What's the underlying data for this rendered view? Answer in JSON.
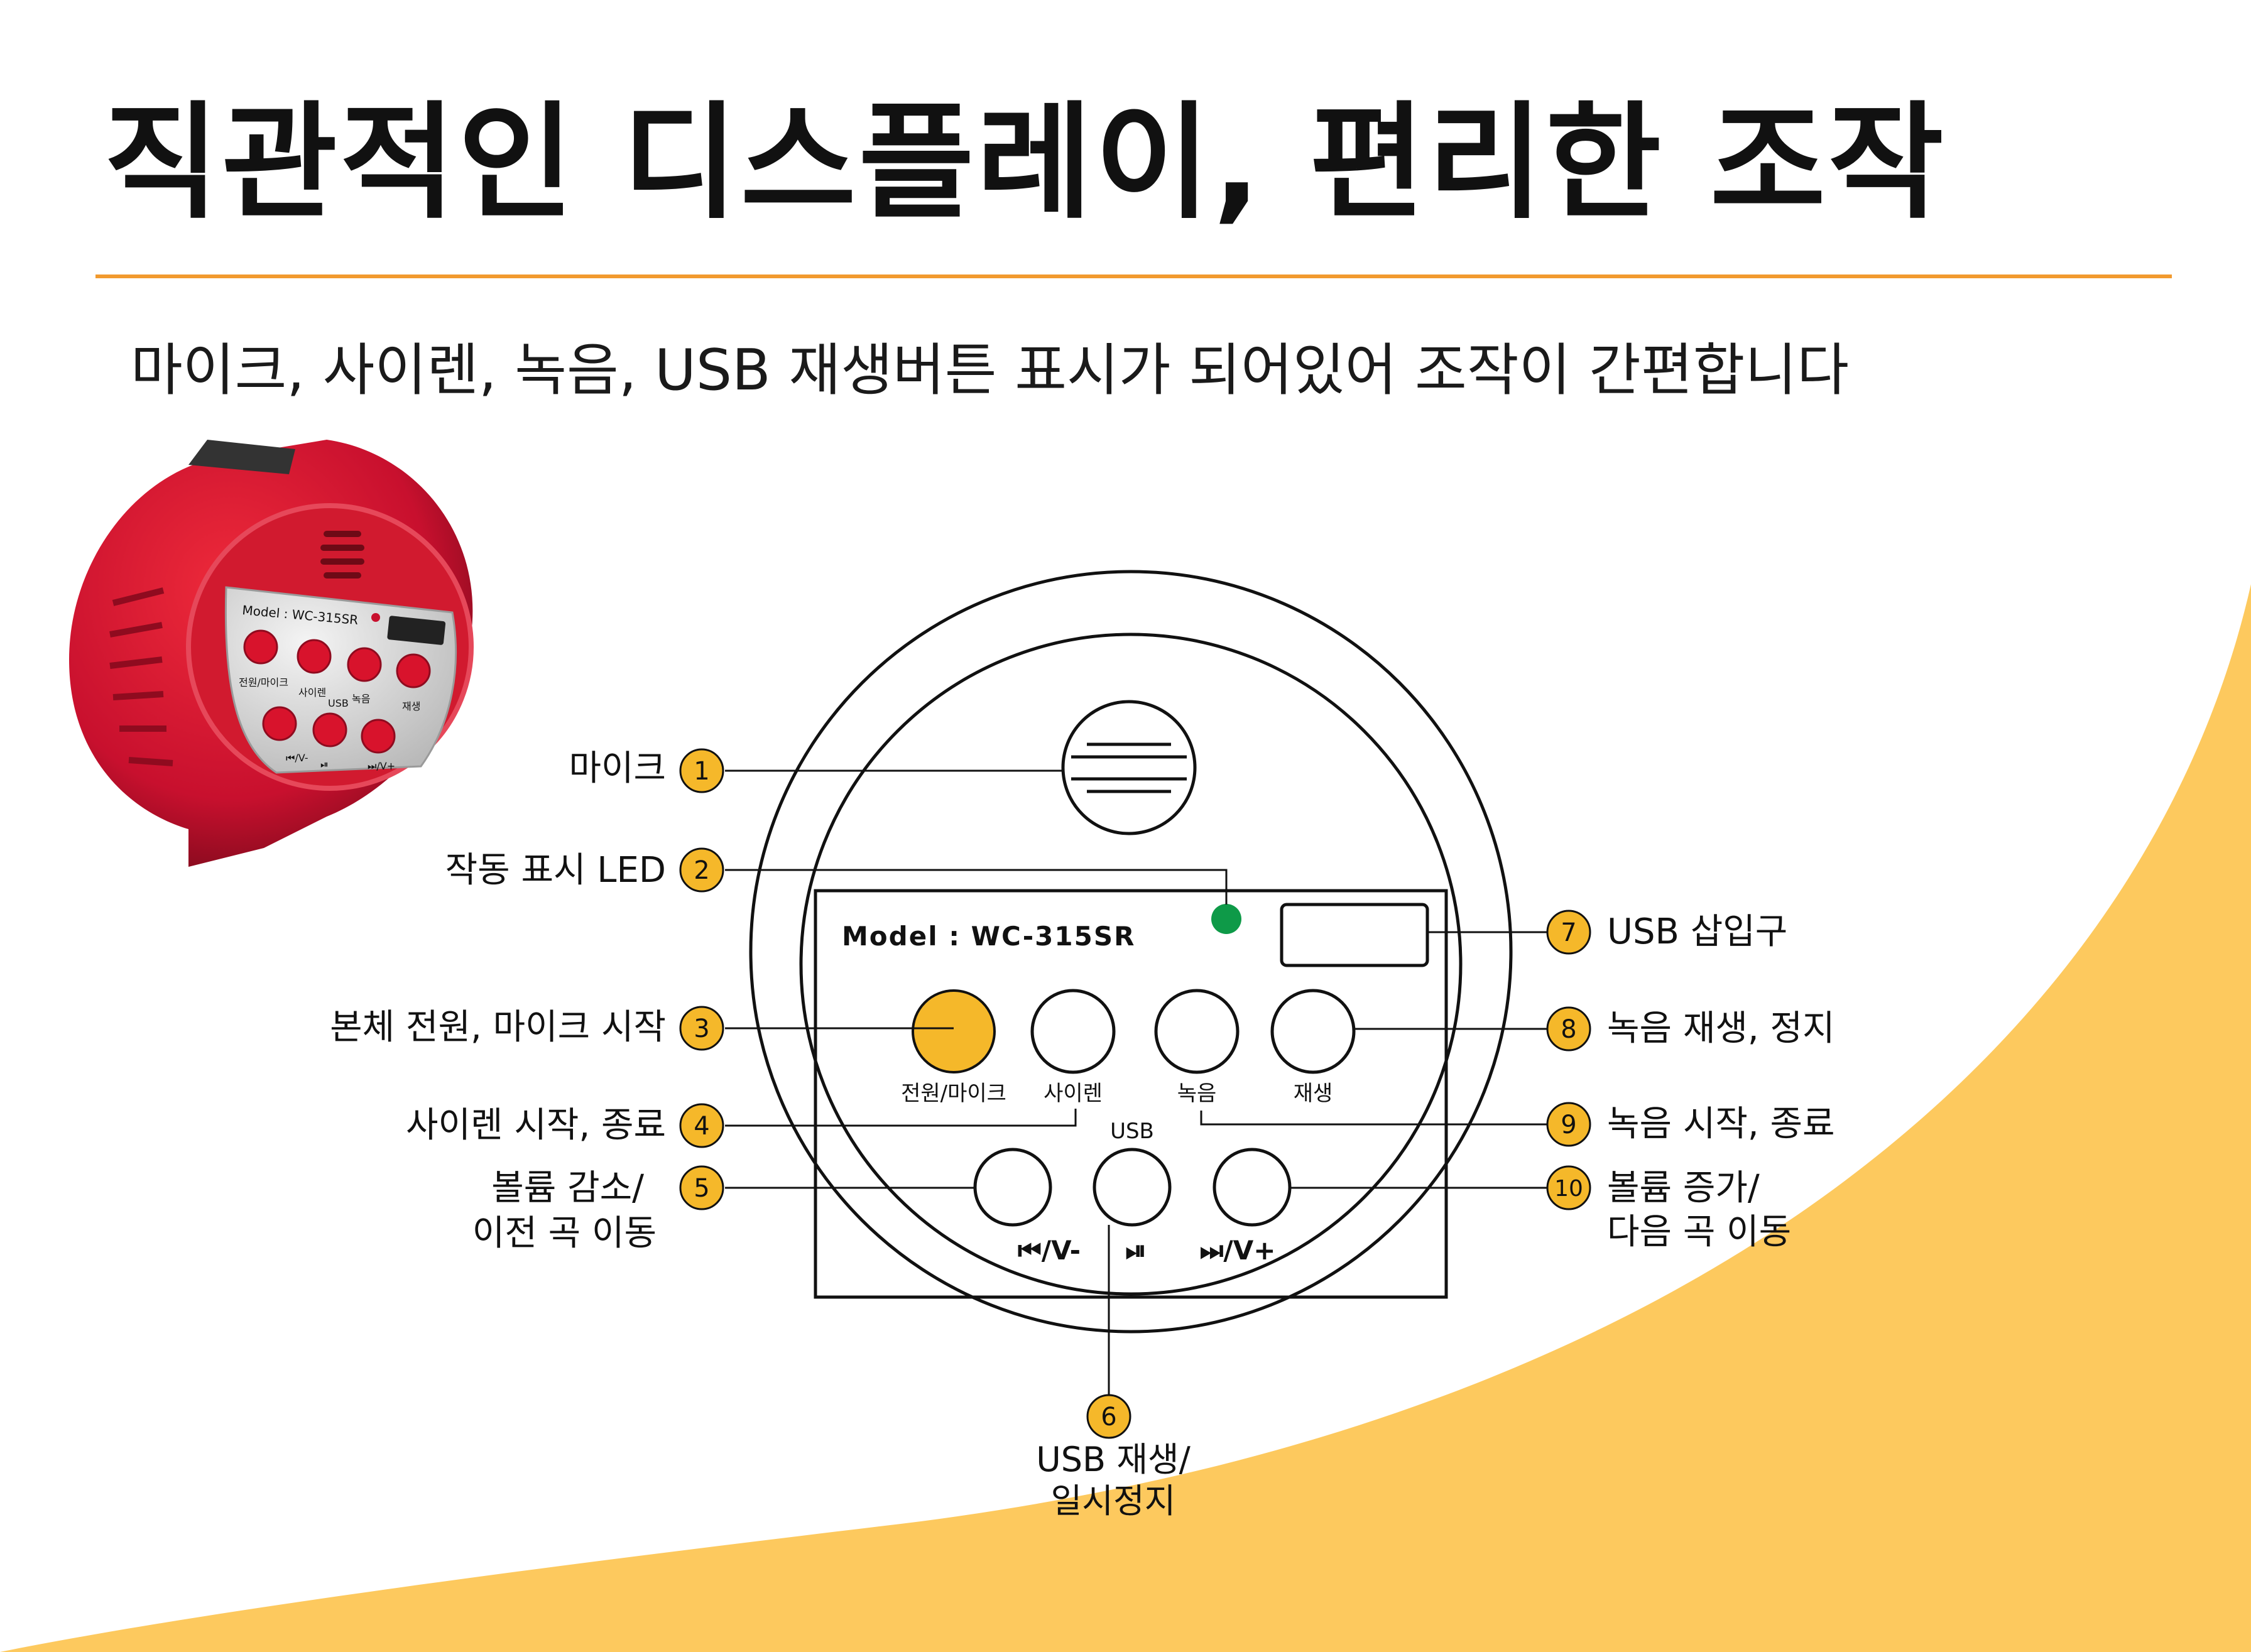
{
  "title": "직관적인 디스플레이, 편리한 조작",
  "subtitle": "마이크, 사이렌, 녹음, USB 재생버튼 표시가 되어있어 조작이 간편합니다",
  "colors": {
    "accent_orange": "#f29a2e",
    "callout_yellow": "#f5b82a",
    "wave_yellow": "#fdc95e",
    "led_green": "#0e9a48",
    "device_red": "#c8102e"
  },
  "product_photo": {
    "model": "Model : WC-315SR",
    "buttons_top": [
      "전원/마이크",
      "사이렌",
      "USB",
      "녹음",
      "재생"
    ],
    "buttons_bottom": [
      "⏮/V-",
      "⏯",
      "⏭/V+"
    ]
  },
  "panel": {
    "model": "Model : WC-315SR",
    "button_labels": [
      "전원/마이크",
      "사이렌",
      "녹음",
      "재생"
    ],
    "usb_label": "USB",
    "bottom_labels": [
      "⏮/V-",
      "⏯",
      "⏭/V+"
    ]
  },
  "callouts": [
    {
      "num": "1",
      "lines": [
        "마이크"
      ]
    },
    {
      "num": "2",
      "lines": [
        "작동 표시 LED"
      ]
    },
    {
      "num": "3",
      "lines": [
        "본체 전원, 마이크 시작"
      ]
    },
    {
      "num": "4",
      "lines": [
        "사이렌 시작, 종료"
      ]
    },
    {
      "num": "5",
      "lines": [
        "볼륨 감소/",
        "이전 곡 이동"
      ]
    },
    {
      "num": "6",
      "lines": [
        "USB 재생/",
        "일시정지"
      ]
    },
    {
      "num": "7",
      "lines": [
        "USB 삽입구"
      ]
    },
    {
      "num": "8",
      "lines": [
        "녹음 재생, 정지"
      ]
    },
    {
      "num": "9",
      "lines": [
        "녹음 시작, 종료"
      ]
    },
    {
      "num": "10",
      "lines": [
        "볼륨 증가/",
        "다음 곡 이동"
      ]
    }
  ]
}
